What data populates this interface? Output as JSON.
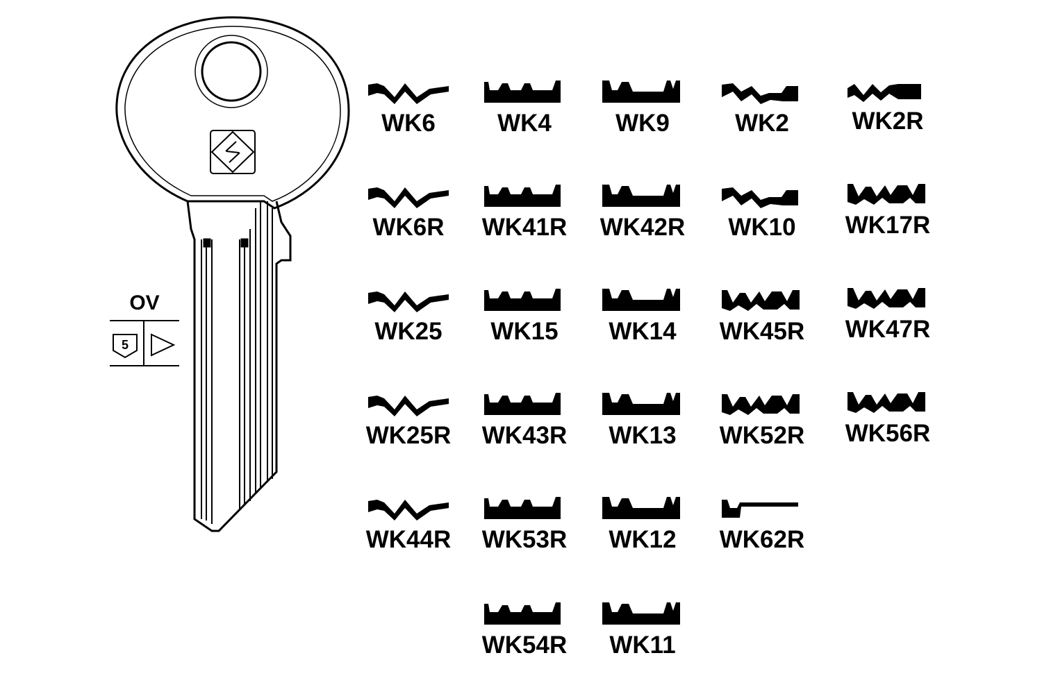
{
  "key_blank": {
    "series": "OV",
    "badge_number": "5",
    "colors": {
      "ink": "#000000",
      "background": "#ffffff"
    }
  },
  "profiles": [
    {
      "label": "WK6",
      "shape": "wave"
    },
    {
      "label": "WK4",
      "shape": "block-a"
    },
    {
      "label": "WK9",
      "shape": "block-b"
    },
    {
      "label": "WK2",
      "shape": "wave-step"
    },
    {
      "label": "WK2R",
      "shape": "wave-step-r"
    },
    {
      "label": "WK6R",
      "shape": "wave"
    },
    {
      "label": "WK41R",
      "shape": "block-a"
    },
    {
      "label": "WK42R",
      "shape": "block-b"
    },
    {
      "label": "WK10",
      "shape": "wave-step"
    },
    {
      "label": "WK17R",
      "shape": "zigzag"
    },
    {
      "label": "WK25",
      "shape": "wave"
    },
    {
      "label": "WK15",
      "shape": "block-a"
    },
    {
      "label": "WK14",
      "shape": "block-b"
    },
    {
      "label": "WK45R",
      "shape": "zigzag"
    },
    {
      "label": "WK47R",
      "shape": "zigzag"
    },
    {
      "label": "WK25R",
      "shape": "wave"
    },
    {
      "label": "WK43R",
      "shape": "block-a"
    },
    {
      "label": "WK13",
      "shape": "block-b"
    },
    {
      "label": "WK52R",
      "shape": "zigzag"
    },
    {
      "label": "WK56R",
      "shape": "zigzag"
    },
    {
      "label": "WK44R",
      "shape": "wave"
    },
    {
      "label": "WK53R",
      "shape": "block-a"
    },
    {
      "label": "WK12",
      "shape": "block-b"
    },
    {
      "label": "WK62R",
      "shape": "flat"
    },
    {
      "label": "WK54R",
      "shape": "block-a"
    },
    {
      "label": "WK11",
      "shape": "block-b"
    }
  ]
}
